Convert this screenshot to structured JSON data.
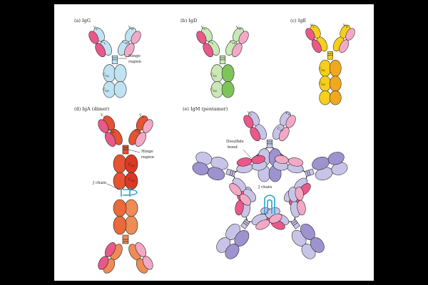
{
  "figure": {
    "panels": [
      {
        "id": "igg",
        "label": "(a) IgG"
      },
      {
        "id": "igd",
        "label": "(b) IgD"
      },
      {
        "id": "ige",
        "label": "(c) IgE"
      },
      {
        "id": "iga",
        "label": "(d) IgA (dimer)"
      },
      {
        "id": "igm",
        "label": "(e) IgM (pentamer)"
      }
    ],
    "annotations": {
      "hinge_line1": "Hinge",
      "hinge_line2": "region",
      "j_chain": "J chain",
      "disulfide_line1": "Disulfide",
      "disulfide_line2": "bond"
    },
    "domains": {
      "vh": {
        "main": "V",
        "sub": "H"
      },
      "vl": {
        "main": "V",
        "sub": "L"
      },
      "cl": {
        "main": "C",
        "sub": "L"
      },
      "ch1": {
        "main": "C",
        "sub": "H1"
      },
      "ch2": {
        "main": "C",
        "sub": "H2"
      },
      "ch3": {
        "main": "C",
        "sub": "H3"
      },
      "cm1": {
        "main": "C",
        "sub": "μ1"
      }
    },
    "colors": {
      "background": "#000000",
      "figure_bg": "#ffffff",
      "light_chain": "#e8598a",
      "light_chain_pale": "#f2a9c6",
      "igg_heavy": "#bfe3f3",
      "igd_heavy": "#a8d88f",
      "ige_heavy": "#f5cf1c",
      "iga_heavy": "#e65332",
      "iga_heavy_lower": "#ef8b55",
      "igm_heavy": "#c8c4e8",
      "igm_heavy_dark": "#9e92cf",
      "j_chain": "#2aa2d6",
      "outline": "#222222"
    }
  }
}
